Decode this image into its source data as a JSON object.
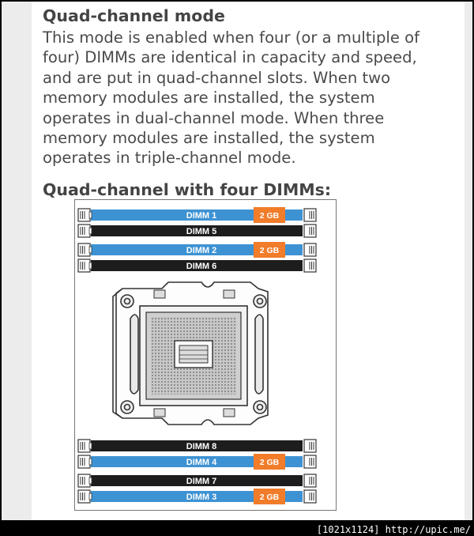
{
  "document": {
    "heading": "Quad-channel mode",
    "paragraph_lines": [
      "This mode is enabled when four (or a multiple of",
      "four) DIMMs are identical in capacity and speed,",
      "and are put in quad-channel slots. When two",
      "memory modules are installed, the system",
      "operates in dual-channel mode. When three",
      "memory modules are installed, the system",
      "operates in triple-channel mode."
    ],
    "subheading": "Quad-channel with four DIMMs:"
  },
  "diagram": {
    "slot_groups": [
      [
        {
          "label": "DIMM 1",
          "color": "#3d92d3",
          "module": "2 GB"
        },
        {
          "label": "DIMM 5",
          "color": "#1d1d1d",
          "module": ""
        }
      ],
      [
        {
          "label": "DIMM 2",
          "color": "#3d92d3",
          "module": "2 GB"
        },
        {
          "label": "DIMM 6",
          "color": "#1d1d1d",
          "module": ""
        }
      ],
      [
        {
          "label": "DIMM 8",
          "color": "#1d1d1d",
          "module": ""
        },
        {
          "label": "DIMM 4",
          "color": "#3d92d3",
          "module": "2 GB"
        }
      ],
      [
        {
          "label": "DIMM 7",
          "color": "#1d1d1d",
          "module": ""
        },
        {
          "label": "DIMM 3",
          "color": "#3d92d3",
          "module": "2 GB"
        }
      ]
    ],
    "module_color": "#f17c2a"
  },
  "watermark": "[1021x1124] http://upic.me/"
}
